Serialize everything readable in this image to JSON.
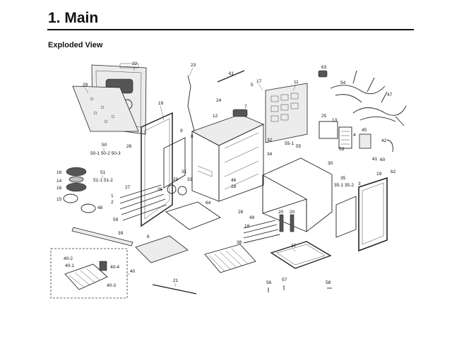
{
  "header": {
    "title": "1.  Main",
    "subtitle": "Exploded View"
  },
  "labels": {
    "p22": "22",
    "p23": "23",
    "p61": "61",
    "p63": "63",
    "p29": "29",
    "p17": "17",
    "p5": "5",
    "p11": "11",
    "p54": "54",
    "p47": "47",
    "p24": "24",
    "p7": "7",
    "p19a": "19",
    "p12": "12",
    "p9": "9",
    "p8": "8",
    "p25": "25",
    "p13": "13",
    "p4": "4",
    "p45": "45",
    "p42": "42",
    "p50": "50",
    "p50sub": "50-1 50-2 50-3",
    "p26": "26",
    "p32": "32",
    "p55_1": "55-1",
    "p34": "34",
    "p55": "55",
    "p53": "53",
    "p41": "41",
    "p60": "60",
    "p62": "62",
    "p16a": "16",
    "p51": "51",
    "p51sub": "51-1 51-2",
    "p14": "14",
    "p16b": "16",
    "p15": "15",
    "p31": "31",
    "p29b": "29",
    "p33": "33",
    "p46": "46",
    "p28a": "28",
    "p30": "30",
    "p35": "35",
    "p35sub": "35-1 35-2",
    "p3": "3",
    "p19b": "19",
    "p1": "1",
    "p2": "2",
    "p27": "27",
    "p36": "36",
    "p64": "64",
    "p48": "48",
    "p59": "59",
    "p28b": "28",
    "p49": "49",
    "p18": "18",
    "p20a": "20",
    "p20b": "20",
    "p39": "39",
    "p6": "6",
    "p38": "38",
    "p37": "37",
    "p40_2": "40-2",
    "p40_1": "40-1",
    "p40_4": "40-4",
    "p40": "40",
    "p40_3": "40-3",
    "p21": "21",
    "p56": "56",
    "p57": "57",
    "p58": "58"
  }
}
